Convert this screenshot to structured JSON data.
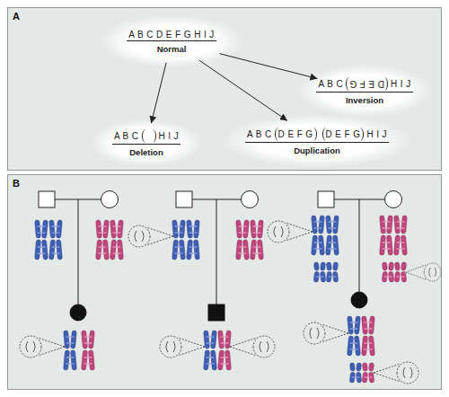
{
  "diagram": {
    "nodes": [
      {
        "text": [
          "A"
        ]
      },
      {
        "text": [
          "A B C D E F G H I J",
          "Normal"
        ],
        "in": 0
      },
      {
        "text": [
          "A B C",
          "D E F G",
          "H I J",
          "Inversion"
        ],
        "in": 0
      },
      {
        "text": [
          "A B C",
          "H I J",
          "Deletion"
        ],
        "in": 0
      },
      {
        "text": [
          "A B C",
          "D E F G",
          "D E F G",
          "H I J",
          "Duplication"
        ],
        "in": 0
      },
      {
        "text": [
          "B"
        ]
      }
    ],
    "edges": [
      {
        "from": 1,
        "to": 2,
        "arrow": "to"
      },
      {
        "from": 1,
        "to": 3,
        "arrow": "to"
      },
      {
        "from": 1,
        "to": 4,
        "arrow": "to"
      }
    ]
  }
}
